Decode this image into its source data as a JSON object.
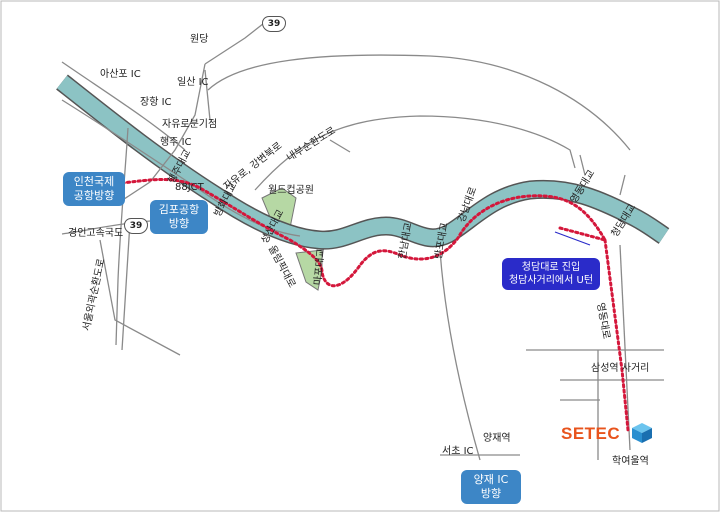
{
  "roads": {
    "wondang": "원당",
    "asanpo_ic": "아산포 IC",
    "ilsan_ic": "일산 IC",
    "janghang_ic": "장항 IC",
    "jayuro_junction": "자유로분기점",
    "haengju_ic": "행주 IC",
    "haengju_bridge": "행주대교",
    "jayuro_gangbyeon": "자유로, 강변북로",
    "naebusunhwan": "내부순환도로",
    "jct_88": "88JCT",
    "worldcup_park": "월드컵공원",
    "gyeongin_expressway": "경인고속국도",
    "seoul_ring": "서울외곽순환도로",
    "banghwa_bridge": "방화대교",
    "seongsan_bridge": "성산대교",
    "olympic_road": "올림픽대로",
    "mapo_bridge": "마포대교",
    "hannam_bridge": "한남대교",
    "banpo_bridge": "반포대교",
    "gangnam_road": "강남대로",
    "yeongdong_bridge": "영동대교",
    "cheongdam_bridge": "청담대교",
    "yeongdong_daero": "영동대로",
    "samseong_crossroad": "삼성역 사거리",
    "yangjae_station": "양재역",
    "seocho_ic": "서초 IC",
    "hakyeoul_station": "학여울역"
  },
  "shields": {
    "top": "39",
    "left": "39"
  },
  "callouts": {
    "incheon": [
      "인천국제",
      "공항방향"
    ],
    "gimpo": [
      "김포공항",
      "방향"
    ],
    "cheongdam": [
      "청담대로 진입",
      "청담사거리에서 U턴"
    ],
    "yangjae": [
      "양재 IC",
      "방향"
    ]
  },
  "brand": {
    "name": "SETEC"
  },
  "colors": {
    "river": "#8cc3c4",
    "route": "#d4173b",
    "park": "#b6d8a4",
    "road": "#8a8a8a",
    "callout_blue": "#3d86c6",
    "callout_navy": "#2a2bc9",
    "brand": "#e8541d"
  }
}
